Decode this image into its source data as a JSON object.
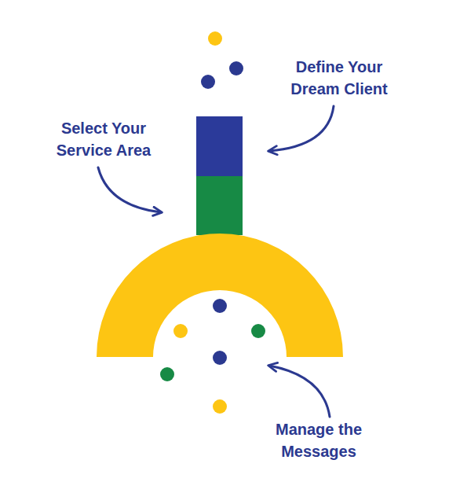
{
  "diagram": {
    "labels": [
      "Define Your Dream Client",
      "Select Your Service Area",
      "Manage the Messages"
    ]
  }
}
